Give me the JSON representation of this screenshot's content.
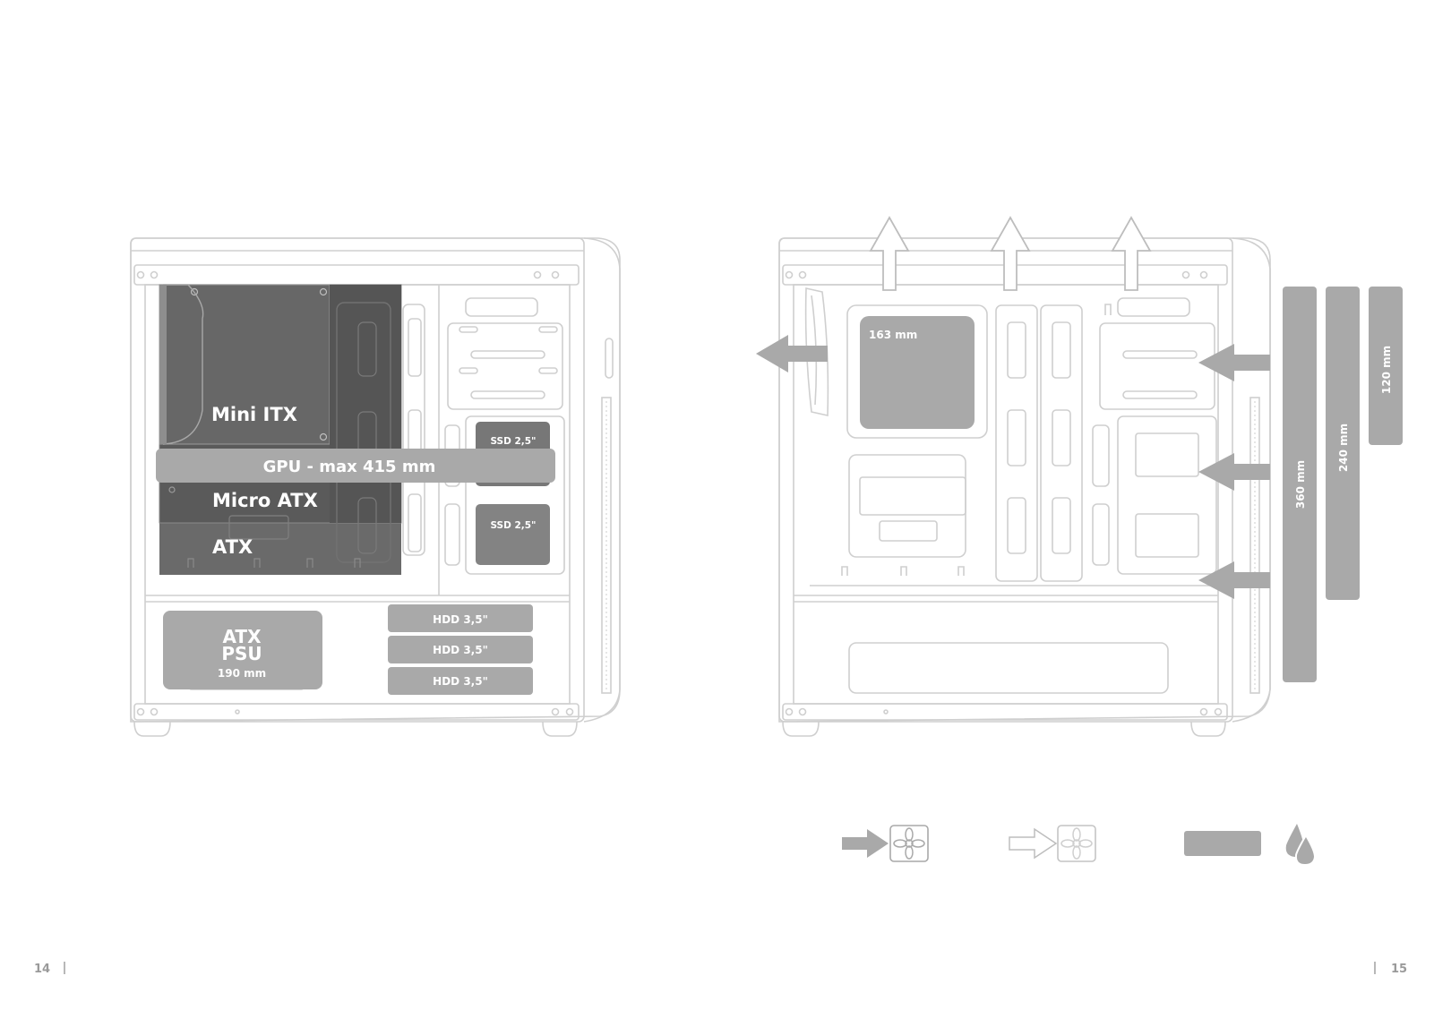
{
  "left_diagram": {
    "motherboards": [
      "Mini ITX",
      "Micro ATX",
      "ATX"
    ],
    "gpu_label": "GPU - max 415 mm",
    "ssd_label": "SSD 2,5\"",
    "psu": {
      "line1": "ATX",
      "line2": "PSU",
      "length": "190 mm"
    },
    "hdd_label": "HDD 3,5\""
  },
  "right_diagram": {
    "cooler_height": "163 mm",
    "radiators": [
      "120 mm",
      "240 mm",
      "360 mm"
    ]
  },
  "legend": {
    "icons": [
      "intake-fan-icon",
      "exhaust-fan-icon",
      "radiator-icon",
      "liquid-drop-icon"
    ]
  },
  "page_numbers": {
    "left": "14",
    "right": "15"
  },
  "colors": {
    "outline": "#cfcfcf",
    "box": "#a9a9a9",
    "dark": "#5a5a5a",
    "text": "#ffffff",
    "page_number": "#9a9a9a"
  }
}
